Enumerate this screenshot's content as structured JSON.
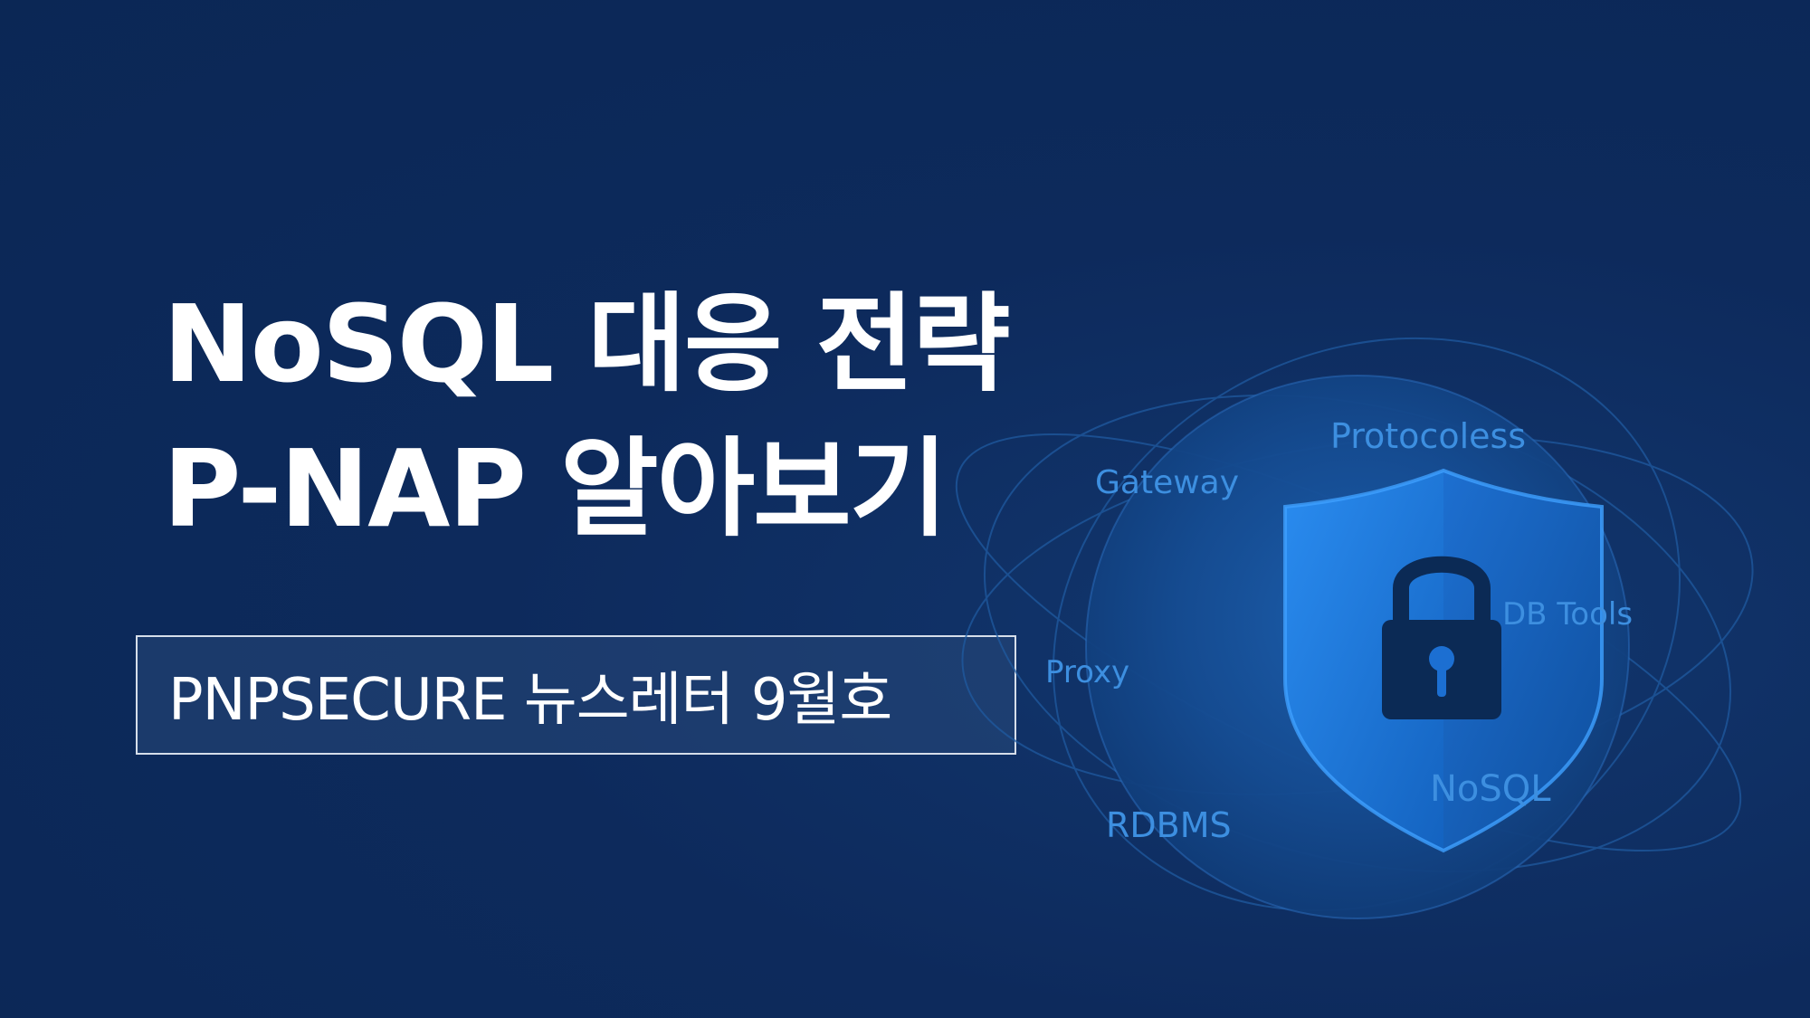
{
  "headline": {
    "line1": "NoSQL 대응 전략",
    "line2": "P-NAP 알아보기"
  },
  "subtitle": "PNPSECURE 뉴스레터 9월호",
  "illustration": {
    "labels": {
      "protocoless": "Protocoless",
      "gateway": "Gateway",
      "db_tools": "DB Tools",
      "proxy": "Proxy",
      "nosql": "NoSQL",
      "rdbms": "RDBMS"
    },
    "icons": [
      "shield-icon",
      "lock-icon"
    ]
  },
  "colors": {
    "background": "#0d2a5c",
    "text": "#ffffff",
    "label_blue": "#3d8fe0",
    "shield_blue": "#1a74d8"
  }
}
